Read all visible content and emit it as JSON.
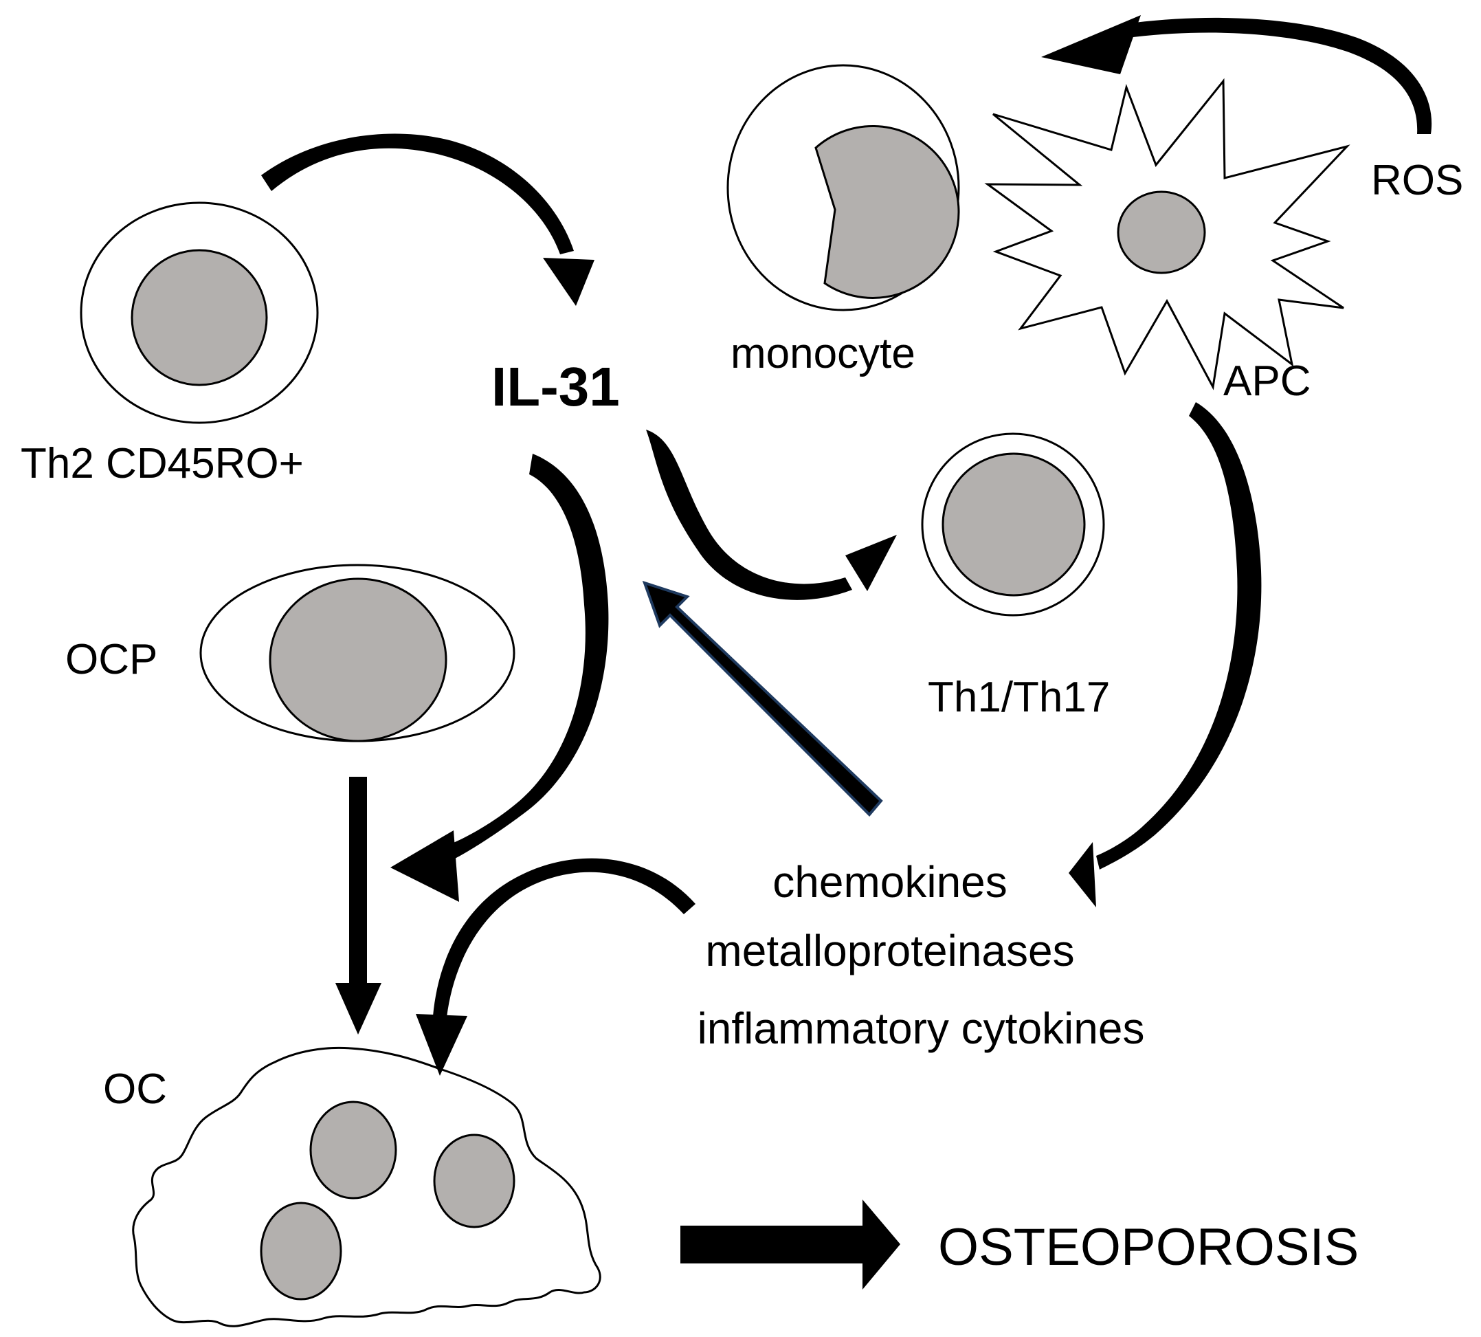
{
  "labels": {
    "th2": "Th2 CD45RO+",
    "il31": "IL-31",
    "monocyte": "monocyte",
    "apc": "APC",
    "ros": "ROS",
    "th1_th17": "Th1/Th17",
    "ocp": "OCP",
    "mediators": [
      "chemokines",
      "metalloproteinases",
      "inflammatory cytokines"
    ],
    "oc": "OC",
    "outcome": "OSTEOPOROSIS"
  },
  "colors": {
    "nucleus_fill": "#b3b0ae",
    "cell_fill": "#ffffff",
    "stroke": "#000000",
    "feedback_arrow_outline": "#1f3a5f"
  },
  "icons": {
    "th2": "lymphocyte-cell-icon",
    "monocyte": "monocyte-cell-icon",
    "apc": "dendritic-cell-icon",
    "th1_th17": "lymphocyte-cell-icon",
    "ocp": "osteoclast-precursor-cell-icon",
    "oc": "multinucleated-osteoclast-icon"
  }
}
